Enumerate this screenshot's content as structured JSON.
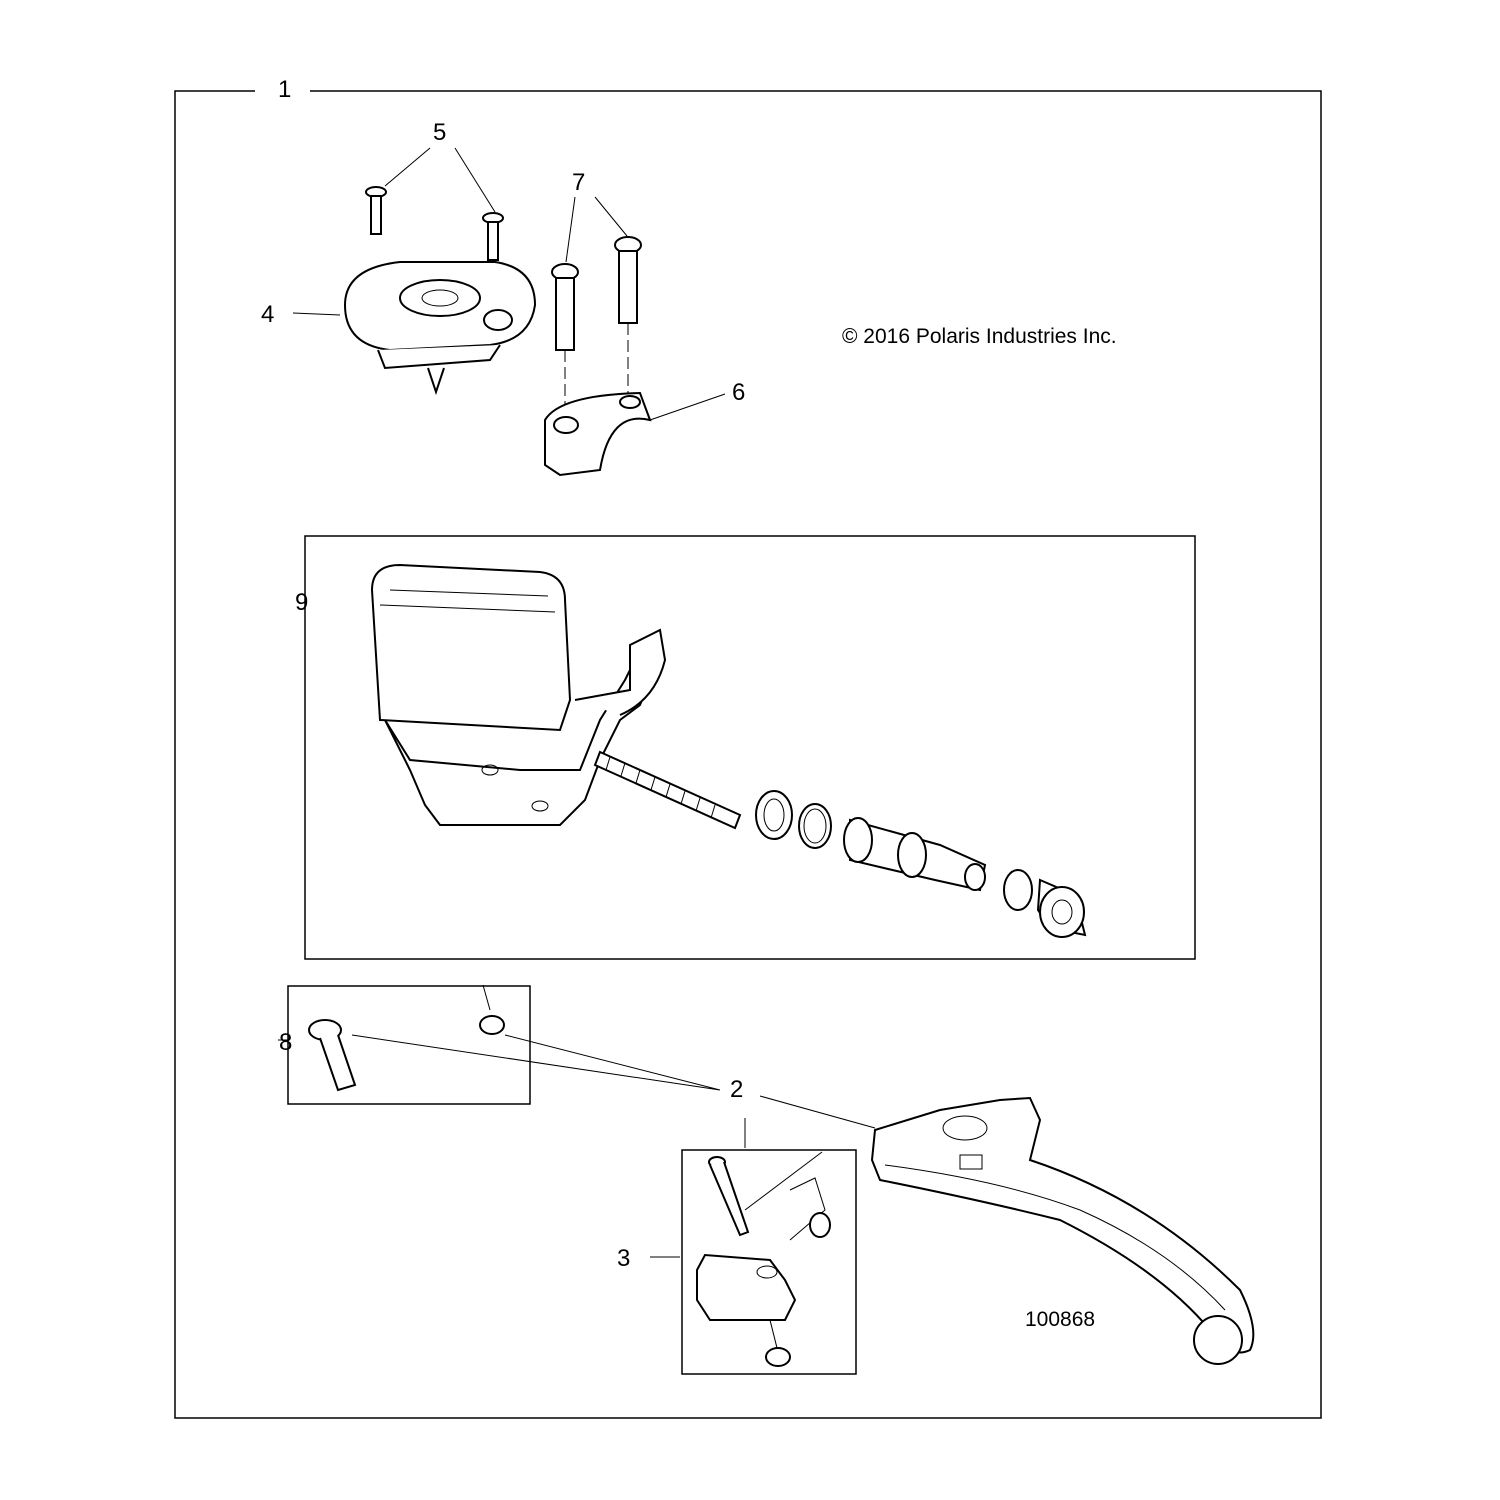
{
  "copyright": "© 2016 Polaris Industries Inc.",
  "diagram_number": "100868",
  "callouts": [
    {
      "id": "1",
      "part": "master-cylinder-assembly"
    },
    {
      "id": "2",
      "part": "brake-lever"
    },
    {
      "id": "3",
      "part": "lever-adjuster-kit"
    },
    {
      "id": "4",
      "part": "reservoir-cover"
    },
    {
      "id": "5",
      "part": "cover-screws"
    },
    {
      "id": "6",
      "part": "handlebar-clamp"
    },
    {
      "id": "7",
      "part": "clamp-bolts"
    },
    {
      "id": "8",
      "part": "pivot-pin-kit"
    },
    {
      "id": "9",
      "part": "master-cylinder-body-kit"
    }
  ]
}
